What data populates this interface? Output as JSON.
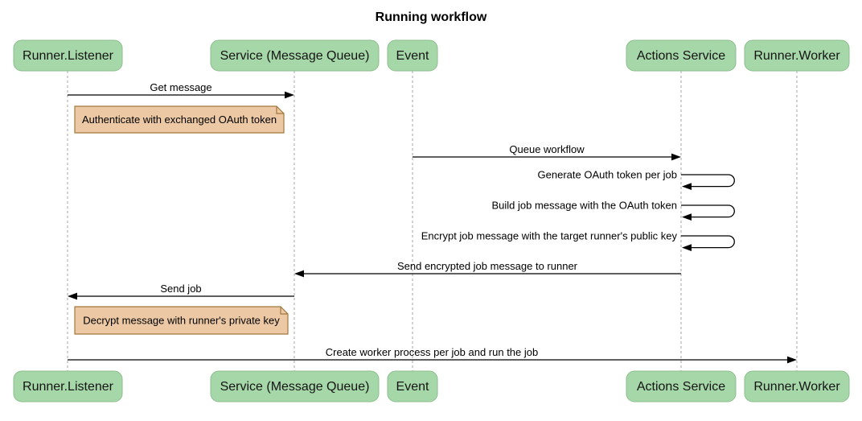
{
  "title": "Running workflow",
  "actors": [
    {
      "id": "runner-listener",
      "label": "Runner.Listener"
    },
    {
      "id": "service-message-queue",
      "label": "Service (Message Queue)"
    },
    {
      "id": "event",
      "label": "Event"
    },
    {
      "id": "actions-service",
      "label": "Actions Service"
    },
    {
      "id": "runner-worker",
      "label": "Runner.Worker"
    }
  ],
  "messages": [
    {
      "from": "Runner.Listener",
      "to": "Service (Message Queue)",
      "text": "Get message",
      "kind": "solid-arrow"
    },
    {
      "from": "Event",
      "to": "Actions Service",
      "text": "Queue workflow",
      "kind": "solid-arrow"
    },
    {
      "from": "Actions Service",
      "to": "Actions Service",
      "text": "Generate OAuth token per job",
      "kind": "self-arrow"
    },
    {
      "from": "Actions Service",
      "to": "Actions Service",
      "text": "Build job message with the OAuth token",
      "kind": "self-arrow"
    },
    {
      "from": "Actions Service",
      "to": "Actions Service",
      "text": "Encrypt job message with the target runner's public key",
      "kind": "self-arrow"
    },
    {
      "from": "Actions Service",
      "to": "Service (Message Queue)",
      "text": "Send encrypted job message to runner",
      "kind": "solid-arrow"
    },
    {
      "from": "Service (Message Queue)",
      "to": "Runner.Listener",
      "text": "Send job",
      "kind": "solid-arrow"
    },
    {
      "from": "Runner.Listener",
      "to": "Runner.Worker",
      "text": "Create worker process per job and run the job",
      "kind": "solid-arrow"
    }
  ],
  "notes": [
    {
      "position": "right of Runner.Listener",
      "text": "Authenticate with exchanged OAuth token"
    },
    {
      "position": "right of Runner.Listener",
      "text": "Decrypt message with runner's private key"
    }
  ],
  "colors": {
    "actor_fill": "#a6d7a8",
    "actor_border": "#8cbe8e",
    "note_fill": "#ecc9a4",
    "note_border": "#a1783c",
    "lifeline": "#a6a6a6",
    "arrow": "#000000",
    "background": "#ffffff"
  }
}
